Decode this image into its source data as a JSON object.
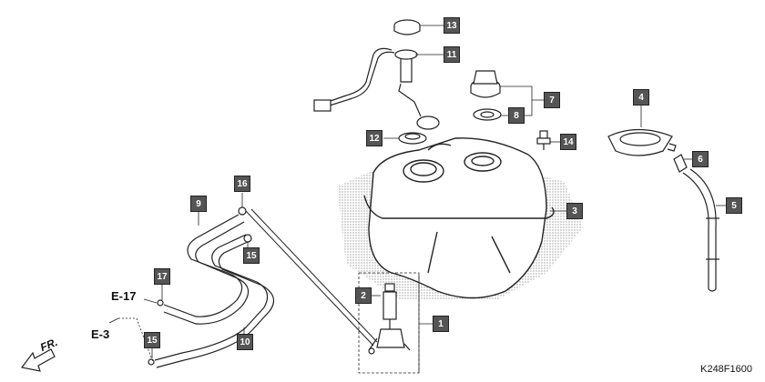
{
  "callouts": {
    "c1": "1",
    "c2": "2",
    "c3": "3",
    "c4": "4",
    "c5": "5",
    "c6": "6",
    "c7": "7",
    "c8": "8",
    "c9": "9",
    "c10": "10",
    "c11": "11",
    "c12": "12",
    "c13": "13",
    "c14": "14",
    "c15a": "15",
    "c15b": "15",
    "c16": "16",
    "c17": "17"
  },
  "refs": {
    "e17": "E-17",
    "e3": "E-3"
  },
  "direction_label": "FR.",
  "diagram_code": "K248F1600",
  "colors": {
    "callout_bg": "#555555",
    "line": "#222222",
    "shade": "#bbbbbb"
  }
}
